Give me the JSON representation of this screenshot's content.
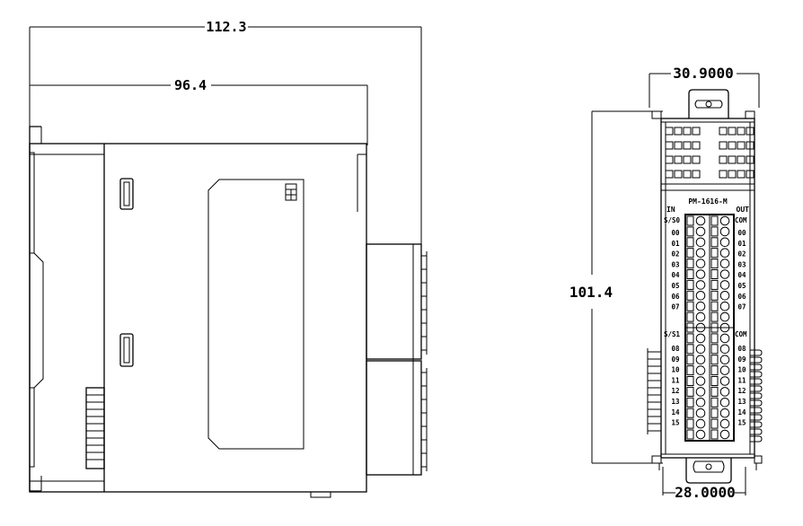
{
  "side_view": {
    "dim_overall_depth": "112.3",
    "dim_body_depth": "96.4"
  },
  "front_view": {
    "dim_top_width": "30.9000",
    "dim_height": "101.4",
    "dim_bottom_width": "28.0000",
    "model_label": "PM-1616-M",
    "input_header": "IN",
    "output_header": "OUT",
    "input_common_top": "S/S0",
    "input_common_bottom": "S/S1",
    "output_common_top": "COM",
    "output_common_bottom": "COM",
    "input_channels_top": [
      "00",
      "01",
      "02",
      "03",
      "04",
      "05",
      "06",
      "07"
    ],
    "input_channels_bottom": [
      "08",
      "09",
      "10",
      "11",
      "12",
      "13",
      "14",
      "15"
    ],
    "output_channels_top": [
      "00",
      "01",
      "02",
      "03",
      "04",
      "05",
      "06",
      "07"
    ],
    "output_channels_bottom": [
      "08",
      "09",
      "10",
      "11",
      "12",
      "13",
      "14",
      "15"
    ]
  }
}
